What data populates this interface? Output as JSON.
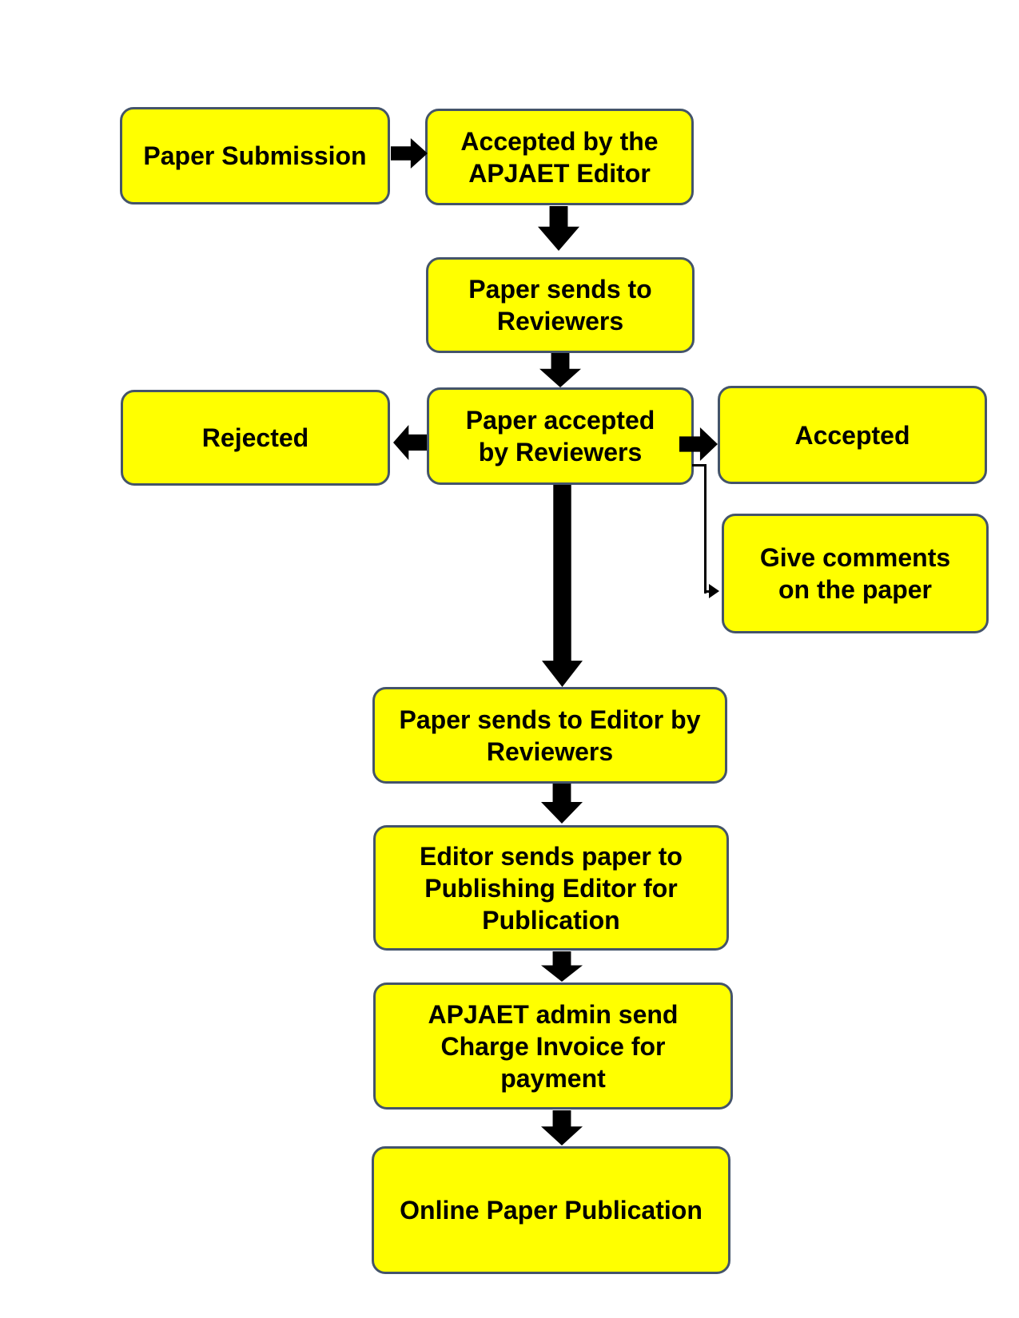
{
  "flowchart": {
    "colors": {
      "node_fill": "#ffff00",
      "node_border": "#44546a",
      "arrow": "#000000",
      "text": "#000000",
      "background": "#ffffff"
    },
    "nodes": [
      {
        "id": "paper-submission",
        "label": "Paper Submission"
      },
      {
        "id": "accepted-by-editor",
        "label": "Accepted by the\nAPJAET Editor"
      },
      {
        "id": "paper-sends-to-reviewers",
        "label": "Paper sends to\nReviewers"
      },
      {
        "id": "rejected",
        "label": "Rejected"
      },
      {
        "id": "paper-accepted-by-reviewers",
        "label": "Paper accepted\nby Reviewers"
      },
      {
        "id": "accepted",
        "label": "Accepted"
      },
      {
        "id": "give-comments",
        "label": "Give comments\non the paper"
      },
      {
        "id": "paper-sends-to-editor",
        "label": "Paper sends to Editor by\nReviewers"
      },
      {
        "id": "editor-sends-publishing",
        "label": "Editor sends paper to\nPublishing Editor for\nPublication"
      },
      {
        "id": "apjaet-admin-invoice",
        "label": "APJAET admin send\nCharge Invoice for\npayment"
      },
      {
        "id": "online-publication",
        "label": "Online Paper Publication"
      }
    ],
    "connectors": [
      {
        "from": "paper-submission",
        "to": "accepted-by-editor",
        "style": "block-arrow",
        "direction": "right"
      },
      {
        "from": "accepted-by-editor",
        "to": "paper-sends-to-reviewers",
        "style": "block-arrow",
        "direction": "down"
      },
      {
        "from": "paper-sends-to-reviewers",
        "to": "paper-accepted-by-reviewers",
        "style": "block-arrow",
        "direction": "down"
      },
      {
        "from": "paper-accepted-by-reviewers",
        "to": "rejected",
        "style": "block-arrow",
        "direction": "left"
      },
      {
        "from": "paper-accepted-by-reviewers",
        "to": "accepted",
        "style": "block-arrow",
        "direction": "right"
      },
      {
        "from": "paper-accepted-by-reviewers",
        "to": "give-comments",
        "style": "thin-elbow-line",
        "direction": "down-right"
      },
      {
        "from": "paper-accepted-by-reviewers",
        "to": "paper-sends-to-editor",
        "style": "block-arrow-long",
        "direction": "down"
      },
      {
        "from": "paper-sends-to-editor",
        "to": "editor-sends-publishing",
        "style": "block-arrow",
        "direction": "down"
      },
      {
        "from": "editor-sends-publishing",
        "to": "apjaet-admin-invoice",
        "style": "block-arrow",
        "direction": "down"
      },
      {
        "from": "apjaet-admin-invoice",
        "to": "online-publication",
        "style": "block-arrow",
        "direction": "down"
      }
    ]
  }
}
